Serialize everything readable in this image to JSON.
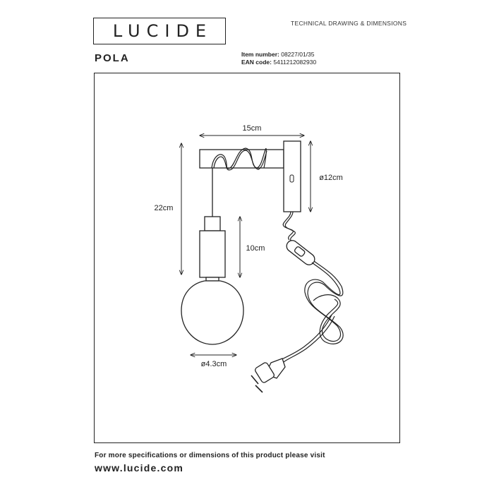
{
  "header": {
    "logo": "LUCIDE",
    "document_title": "TECHNICAL DRAWING & DIMENSIONS"
  },
  "product": {
    "name": "POLA",
    "item_number_label": "Item number:",
    "item_number": "08227/01/35",
    "ean_label": "EAN code:",
    "ean": "5411212082930"
  },
  "dimensions": {
    "width": "15cm",
    "height": "22cm",
    "holder_height": "10cm",
    "wall_plate_diameter": "ø12cm",
    "bulb_diameter": "ø4.3cm"
  },
  "footer": {
    "text": "For more specifications or dimensions of this product please visit",
    "url": "www.lucide.com"
  }
}
